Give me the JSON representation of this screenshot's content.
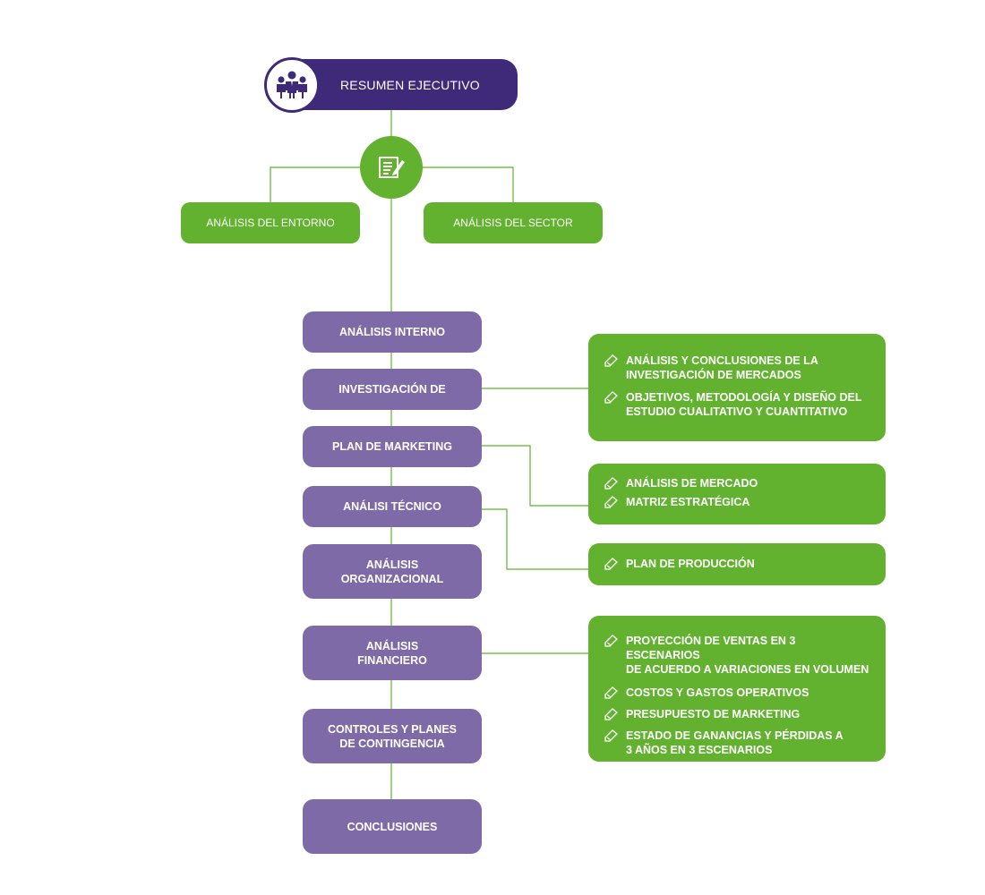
{
  "header": {
    "title": "RESUMEN EJECUTIVO"
  },
  "top_branches": {
    "left": "ANÁLISIS DEL ENTORNO",
    "right": "ANÁLISIS DEL SECTOR"
  },
  "steps": [
    {
      "id": "analisis-interno",
      "label": "ANÁLISIS INTERNO"
    },
    {
      "id": "investigacion",
      "label": "INVESTIGACIÓN DE"
    },
    {
      "id": "plan-marketing",
      "label": "PLAN DE MARKETING"
    },
    {
      "id": "analisis-tecnico",
      "label": "ANÁLISI TÉCNICO"
    },
    {
      "id": "analisis-organizacional",
      "label": "ANÁLISIS\nORGANIZACIONAL"
    },
    {
      "id": "analisis-financiero",
      "label": "ANÁLISIS\nFINANCIERO"
    },
    {
      "id": "controles",
      "label": "CONTROLES Y PLANES\nDE CONTINGENCIA"
    },
    {
      "id": "conclusiones",
      "label": "CONCLUSIONES"
    }
  ],
  "panels": [
    {
      "id": "investigacion-panel",
      "items": [
        "ANÁLISIS Y CONCLUSIONES DE LA\nINVESTIGACIÓN DE MERCADOS",
        "OBJETIVOS, METODOLOGÍA Y DISEÑO DEL\nESTUDIO CUALITATIVO Y CUANTITATIVO"
      ]
    },
    {
      "id": "marketing-panel",
      "items": [
        "ANÁLISIS DE MERCADO",
        "MATRIZ ESTRATÉGICA"
      ]
    },
    {
      "id": "tecnico-panel",
      "items": [
        "PLAN DE PRODUCCIÓN"
      ]
    },
    {
      "id": "financiero-panel",
      "items": [
        "PROYECCIÓN DE VENTAS EN 3 ESCENARIOS\nDE ACUERDO A VARIACIONES EN VOLUMEN",
        "COSTOS Y GASTOS OPERATIVOS",
        "PRESUPUESTO DE MARKETING",
        "ESTADO DE GANANCIAS Y PÉRDIDAS A\n3 AÑOS EN 3 ESCENARIOS"
      ]
    }
  ],
  "icons": {
    "header": "business-team-icon",
    "center": "document-edit-icon",
    "bullet": "pencil-icon"
  },
  "colors": {
    "header_purple": "#3f2a7a",
    "step_purple": "#7e6aa6",
    "green": "#62b22f",
    "line_green": "#62b22f"
  }
}
